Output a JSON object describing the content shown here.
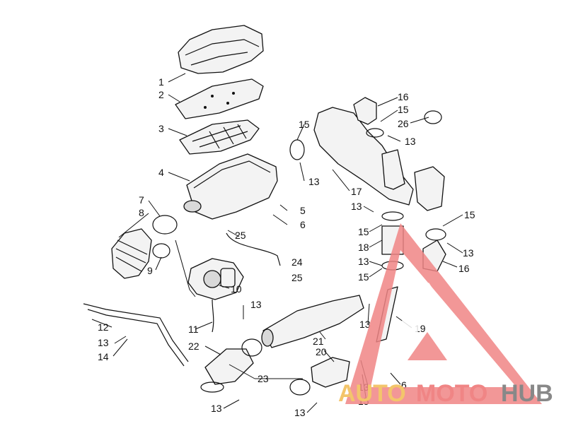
{
  "diagram": {
    "callouts": [
      "1",
      "2",
      "3",
      "4",
      "5",
      "6",
      "7",
      "8",
      "9",
      "10",
      "11",
      "12",
      "13",
      "14",
      "15",
      "16",
      "17",
      "18",
      "19",
      "20",
      "21",
      "22",
      "23",
      "24",
      "25",
      "26"
    ]
  },
  "watermark": {
    "part1": "AUTO",
    "part2": "MOTO",
    "part3": "HUB",
    "colors": {
      "logo_red": "#f08585",
      "auto": "#f3c56b",
      "hub": "#888888"
    }
  }
}
